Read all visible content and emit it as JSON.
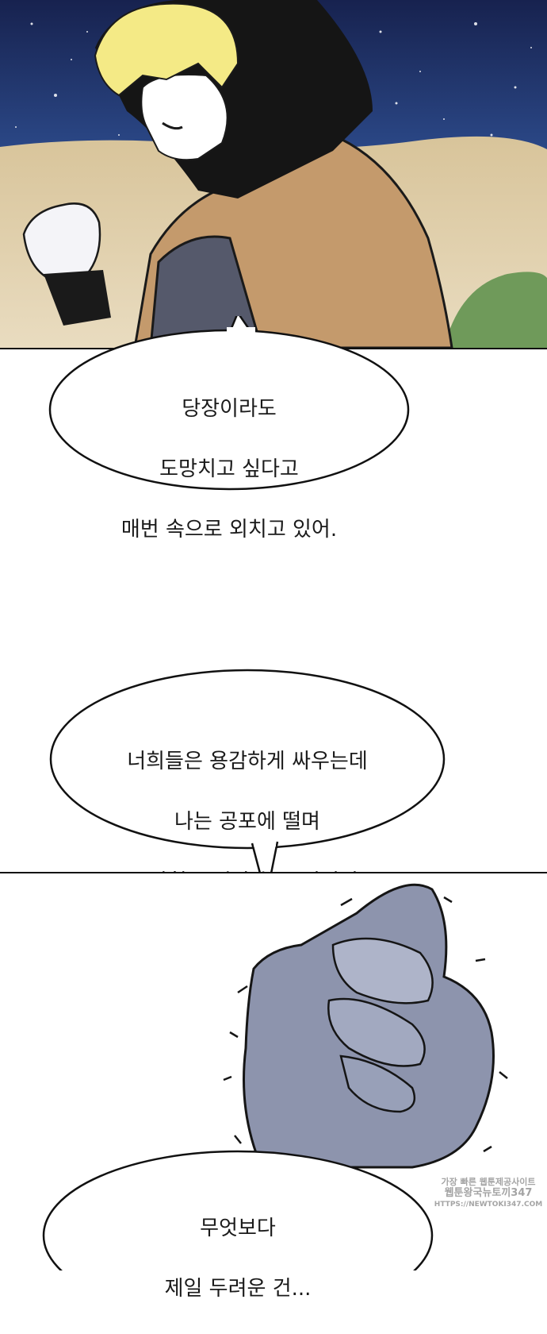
{
  "bubbles": {
    "first": {
      "lines": [
        "당장이라도",
        "도망치고 싶다고",
        "매번 속으로 외치고 있어."
      ]
    },
    "second": {
      "lines": [
        "너희들은 용감하게 싸우는데",
        "나는 공포에 떨며",
        "도망칠 궁리만 하고 있었어."
      ]
    },
    "third": {
      "lines": [
        "무엇보다",
        "제일 두려운 건..."
      ]
    }
  },
  "watermark": {
    "line1": "가장 빠른 웹툰제공사이트",
    "line2": "웹툰왕국뉴토끼347",
    "line3": "HTTPS://NEWTOKI347.COM"
  }
}
